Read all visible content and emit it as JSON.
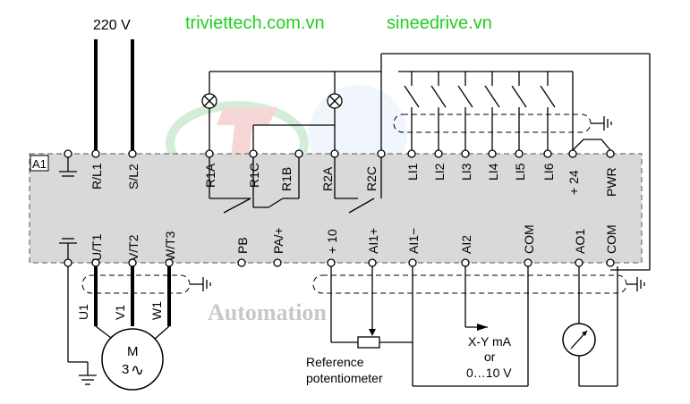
{
  "supply": {
    "voltage": "220 V"
  },
  "watermarks": {
    "site_left": "triviettech.com.vn",
    "site_right": "sineedrive.vn",
    "center": "Automation"
  },
  "drive": {
    "label": "A1",
    "top_terminals": [
      "R/L1",
      "S/L2",
      "R1A",
      "R1C",
      "R1B",
      "R2A",
      "R2C",
      "LI1",
      "LI2",
      "LI3",
      "LI4",
      "LI5",
      "LI6",
      "+ 24",
      "PWR"
    ],
    "bottom_terminals": [
      "U/T1",
      "V/T2",
      "W/T3",
      "PB",
      "PA/+",
      "+ 10",
      "AI1+",
      "AI1−",
      "AI2",
      "COM",
      "AO1",
      "COM"
    ]
  },
  "motor": {
    "leads": [
      "U1",
      "V1",
      "W1"
    ],
    "symbol": "M",
    "phase": "3",
    "ac_symbol": "∿"
  },
  "reference": {
    "line1": "Reference",
    "line2": "potentiometer"
  },
  "analog_input": {
    "line1": "X-Y mA",
    "line2": "or",
    "line3": "0…10 V"
  }
}
